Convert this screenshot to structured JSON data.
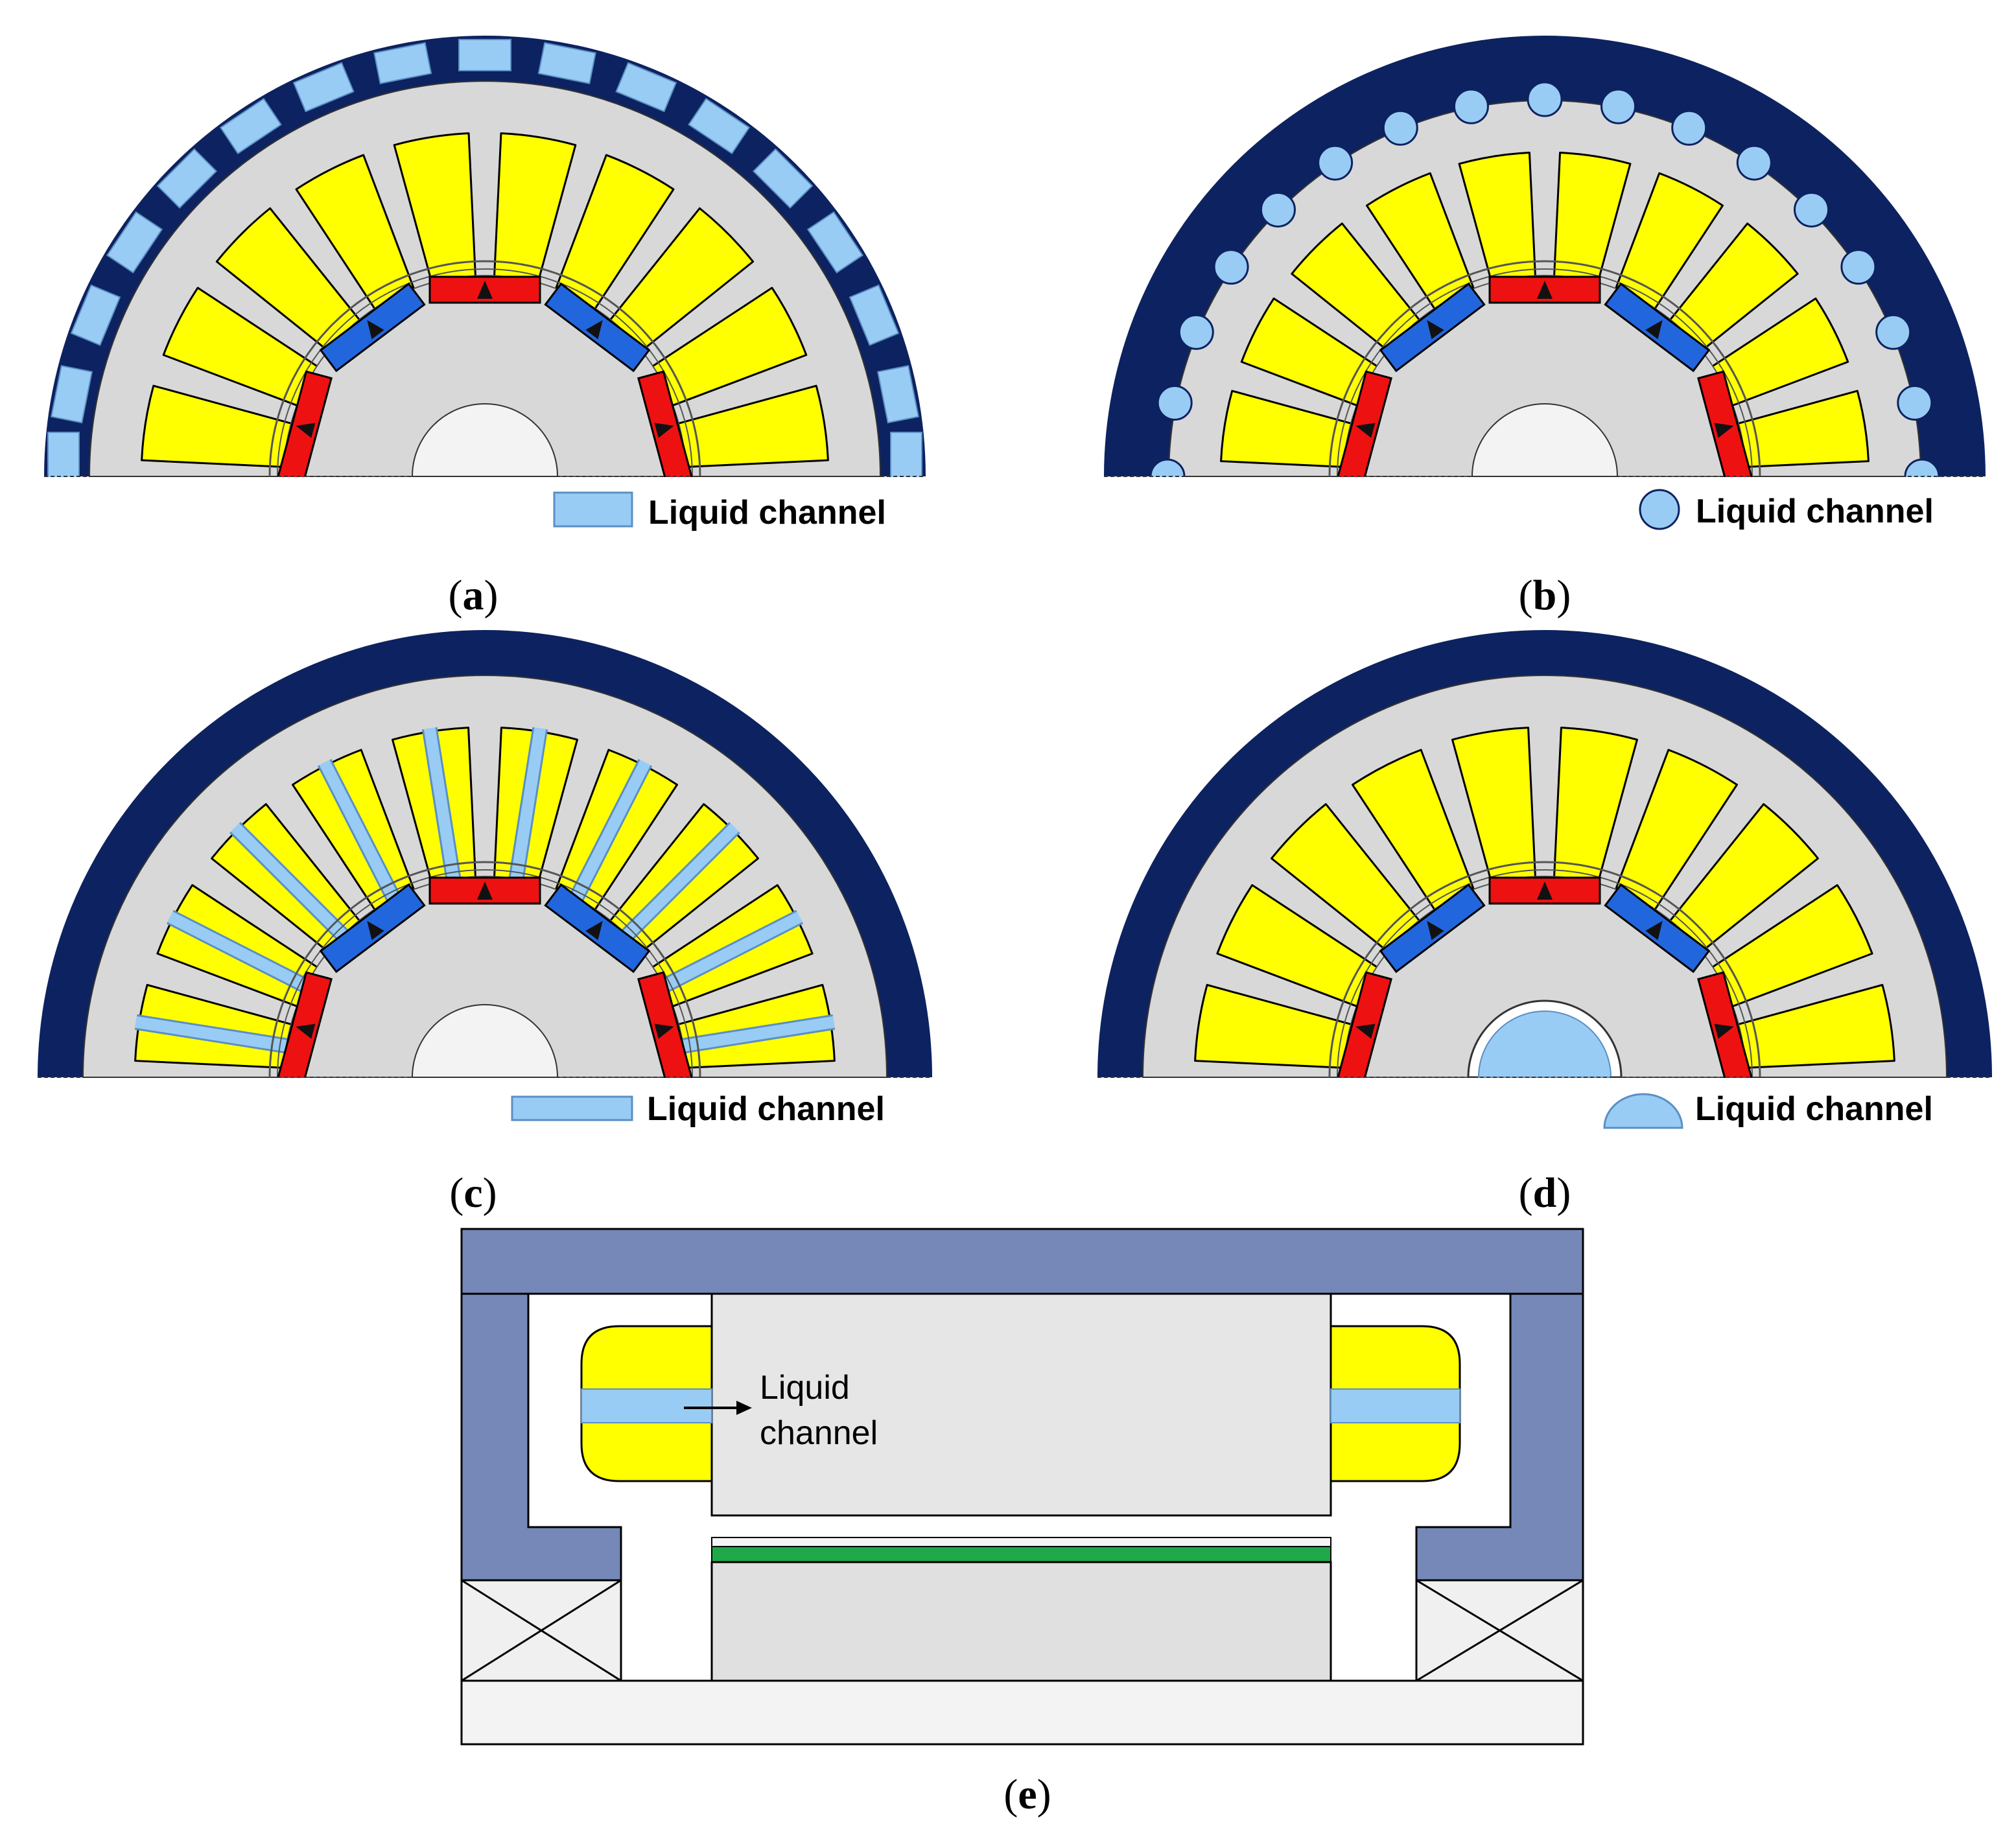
{
  "panels": [
    {
      "id": "a",
      "caption_letter": "a",
      "legend_label": "Liquid channel",
      "legend_icon": "rectangle-channel-icon",
      "channel_style": "rect-in-yoke"
    },
    {
      "id": "b",
      "caption_letter": "b",
      "legend_label": "Liquid channel",
      "legend_icon": "circle-channel-icon",
      "channel_style": "circle-in-yoke"
    },
    {
      "id": "c",
      "caption_letter": "c",
      "legend_label": "Liquid channel",
      "legend_icon": "strip-channel-icon",
      "channel_style": "strip-in-slot"
    },
    {
      "id": "d",
      "caption_letter": "d",
      "legend_label": "Liquid channel",
      "legend_icon": "half-disc-channel-icon",
      "channel_style": "shaft-channel"
    }
  ],
  "axial": {
    "caption_letter": "e",
    "label_line1": "Liquid",
    "label_line2": "channel"
  },
  "colors": {
    "yoke": "#0d2260",
    "core": "#d8d8d8",
    "winding": "#ffff00",
    "liquid": "#99ccf4",
    "pm_red": "#ee1111",
    "pm_blue": "#2266dd",
    "housing": "#7588b8",
    "stator_axial": "#e6e6e6",
    "green_layer": "#1fa84a",
    "shaft": "#f3f3f3"
  }
}
